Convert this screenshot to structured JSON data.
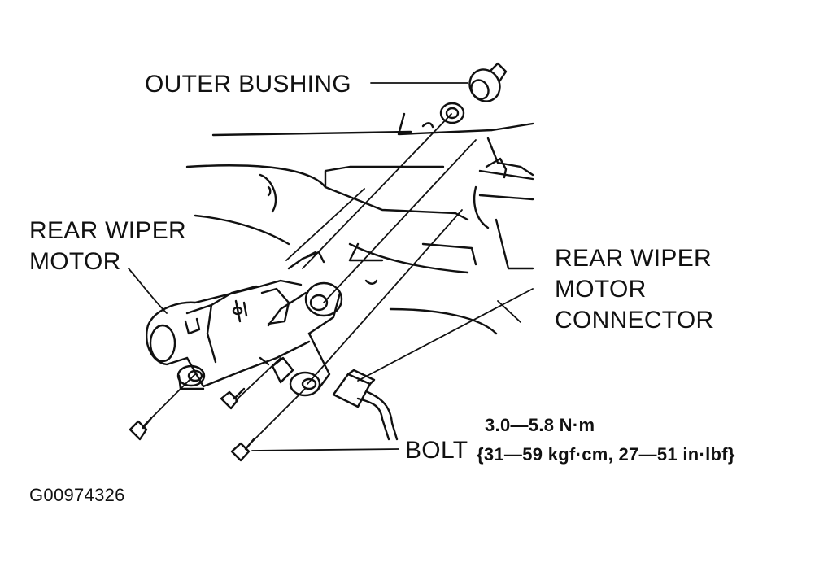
{
  "labels": {
    "outer_bushing": "OUTER BUSHING",
    "rear_wiper_motor": [
      "REAR WIPER",
      "MOTOR"
    ],
    "rear_wiper_motor_connector": [
      "REAR WIPER",
      "MOTOR",
      "CONNECTOR"
    ],
    "bolt": "BOLT",
    "torque": [
      "3.0—5.8 N·m",
      "{31—59 kgf·cm, 27—51 in·lbf}"
    ],
    "figure_code": "G00974326"
  },
  "colors": {
    "ink": "#111111",
    "background": "#ffffff"
  }
}
